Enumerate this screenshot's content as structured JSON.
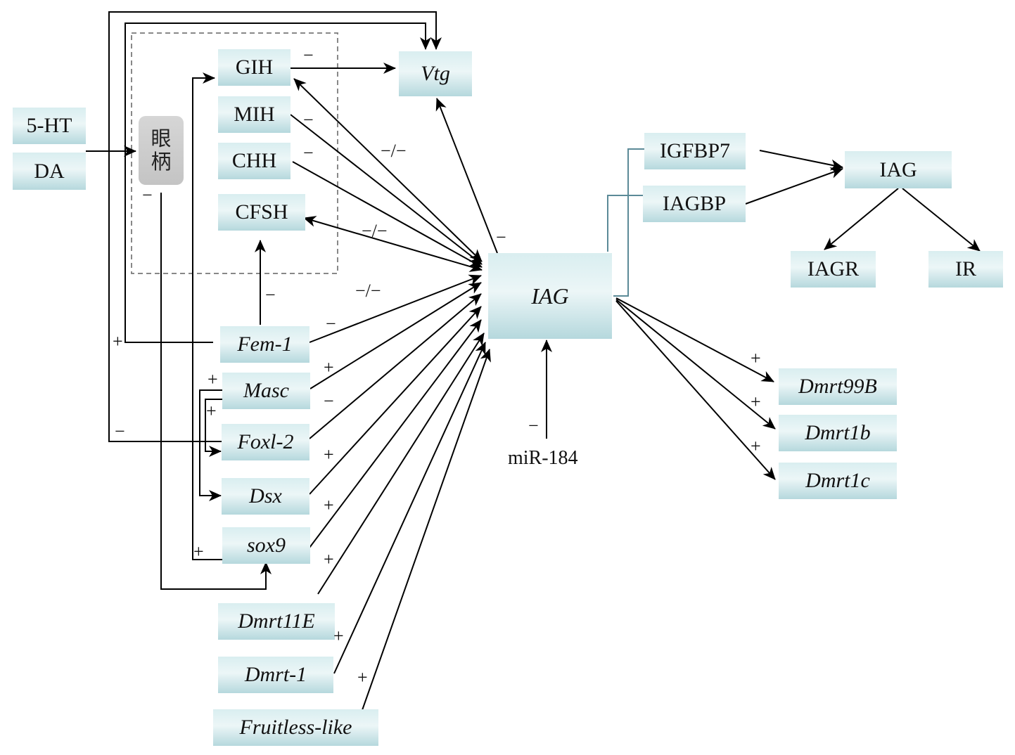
{
  "diagram": {
    "nodes": {
      "n5ht": "5-HT",
      "da": "DA",
      "eyestalk": [
        "眼",
        "柄"
      ],
      "gih": "GIH",
      "mih": "MIH",
      "chh": "CHH",
      "cfsh": "CFSH",
      "vtg": "Vtg",
      "fem1": "Fem-1",
      "masc": "Masc",
      "foxl2": "Foxl-2",
      "dsx": "Dsx",
      "sox9": "sox9",
      "dmrt11e": "Dmrt11E",
      "dmrt1": "Dmrt-1",
      "fruitless": "Fruitless-like",
      "iag_gene": "IAG",
      "mir184": "miR-184",
      "igfbp7": "IGFBP7",
      "iagbp": "IAGBP",
      "iag_protein": "IAG",
      "iagr": "IAGR",
      "ir": "IR",
      "dmrt99b": "Dmrt99B",
      "dmrt1b": "Dmrt1b",
      "dmrt1c": "Dmrt1c"
    },
    "signs": {
      "gih_vtg": "−",
      "mih_iag": "−",
      "chh_iag": "−",
      "gih_iag": "−/−",
      "cfsh_iag": "−/−",
      "mid_iag": "−/−",
      "fem1_cfsh": "−",
      "fem1_iag": "−",
      "masc_iag": "+",
      "foxl2_iag": "−",
      "dsx_iag": "+",
      "sox9_iag": "+",
      "dmrt11e_iag": "+",
      "dmrt1_iag": "+",
      "fruitless_iag": "+",
      "iag_vtg": "−",
      "mir184_iag": "−",
      "fem1_vtg": "+",
      "foxl2_vtg": "−",
      "eyestalk_sox9": "−",
      "masc_dsx": "+",
      "masc_foxl2": "+",
      "gih_sox9": "+",
      "iag_dmrt99b": "+",
      "iag_dmrt1b": "+",
      "iag_dmrt1c": "+"
    }
  }
}
